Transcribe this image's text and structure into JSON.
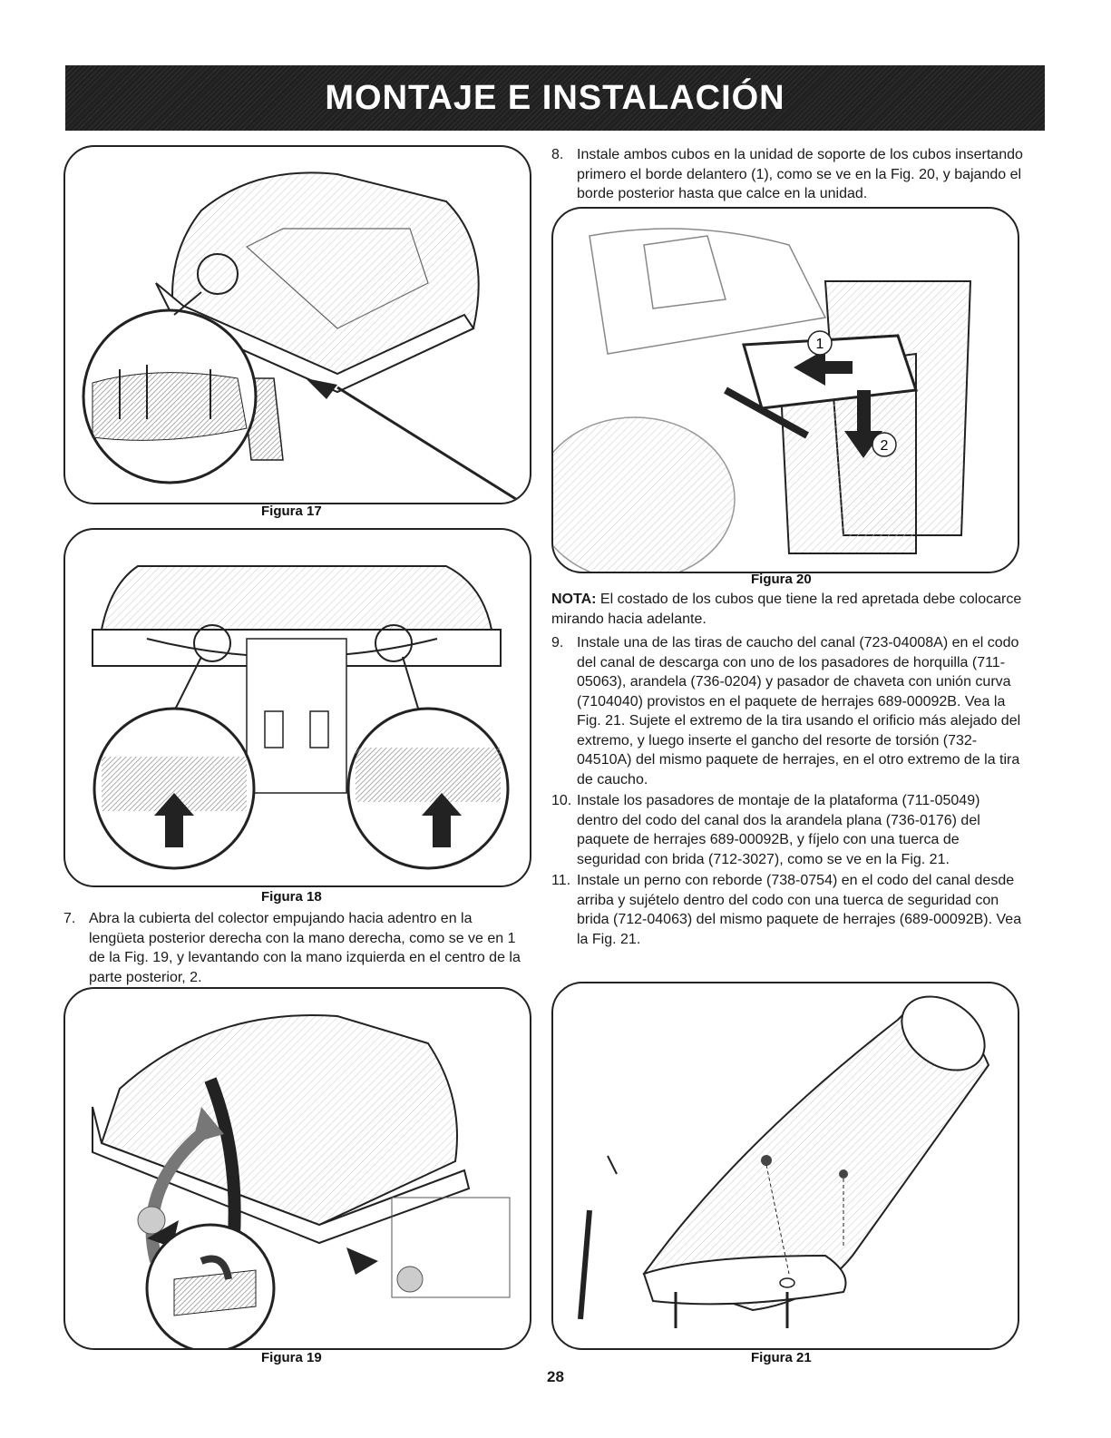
{
  "header": {
    "title": "MONTAJE E INSTALACIÓN"
  },
  "figures": {
    "fig17": "Figura 17",
    "fig18": "Figura 18",
    "fig19": "Figura 19",
    "fig20": "Figura 20",
    "fig21": "Figura 21"
  },
  "callouts": {
    "one": "1",
    "two": "2"
  },
  "steps": {
    "step7": {
      "num": "7.",
      "text": "Abra la cubierta del colector empujando hacia adentro en la lengüeta posterior derecha con la mano derecha, como se ve en 1 de la Fig. 19, y levantando con la mano izquierda en el centro de la parte posterior, 2."
    },
    "step8": {
      "num": "8.",
      "text": "Instale ambos cubos en la unidad de soporte de los cubos insertando primero el borde delantero (1), como se ve en la Fig. 20, y bajando el borde posterior hasta que calce en la unidad."
    },
    "note": {
      "label": "NOTA:",
      "text": "El costado de los cubos que tiene la red apretada debe colocarce mirando hacia adelante."
    },
    "step9": {
      "num": "9.",
      "text": "Instale una de las tiras de caucho del canal (723-04008A) en el codo del canal de descarga con uno de los pasadores de horquilla (711-05063), arandela (736-0204) y pasador de chaveta con unión curva (7104040) provistos en el paquete de herrajes 689-00092B. Vea la Fig. 21. Sujete el extremo de la tira usando el orificio más alejado del extremo, y luego inserte el gancho del resorte de torsión (732-04510A) del mismo paquete de herrajes, en el otro extremo de la tira de caucho."
    },
    "step10": {
      "num": "10.",
      "text": "Instale los pasadores de montaje de la plataforma (711-05049) dentro del codo del canal dos la arandela plana (736-0176) del paquete de herrajes 689-00092B, y fíjelo con una tuerca de seguridad con brida (712-3027), como se ve en la Fig. 21."
    },
    "step11": {
      "num": "11.",
      "text": "Instale un perno con reborde (738-0754) en el codo del canal desde arriba y sujételo dentro del codo con una tuerca de seguridad con brida (712-04063) del mismo paquete de herrajes (689-00092B). Vea la Fig. 21."
    }
  },
  "page_number": "28"
}
